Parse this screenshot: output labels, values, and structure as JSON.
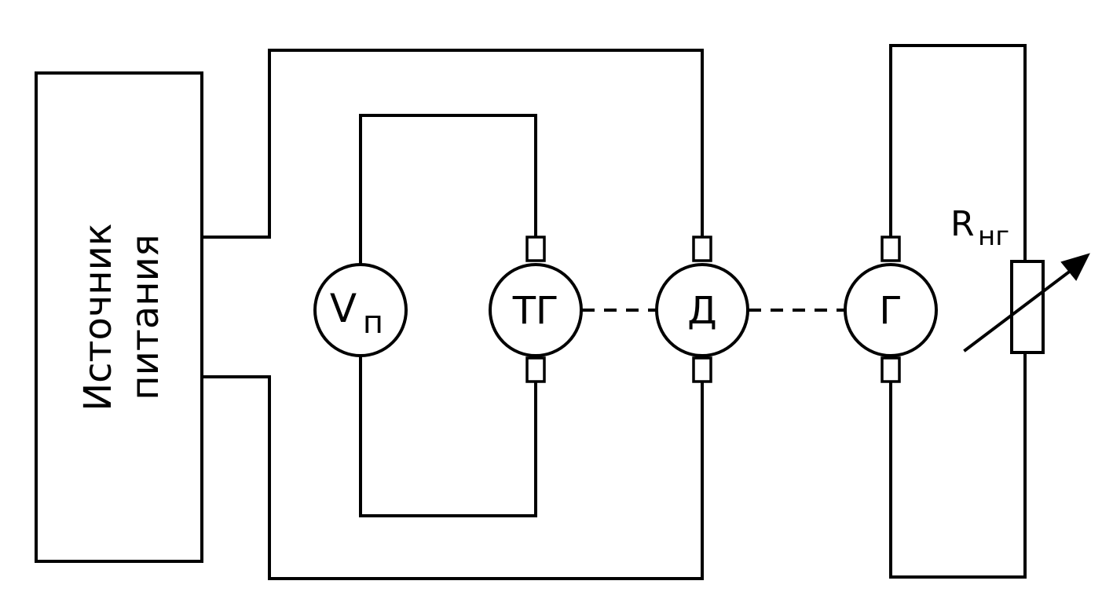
{
  "power_source": {
    "line1": "Источник",
    "line2": "питания"
  },
  "voltmeter": {
    "symbol": "V",
    "subscript": "п"
  },
  "tachogenerator": {
    "label": "ТГ"
  },
  "motor": {
    "label": "Д"
  },
  "generator": {
    "label": "Г"
  },
  "load_resistor": {
    "symbol": "R",
    "subscript": "нг"
  }
}
